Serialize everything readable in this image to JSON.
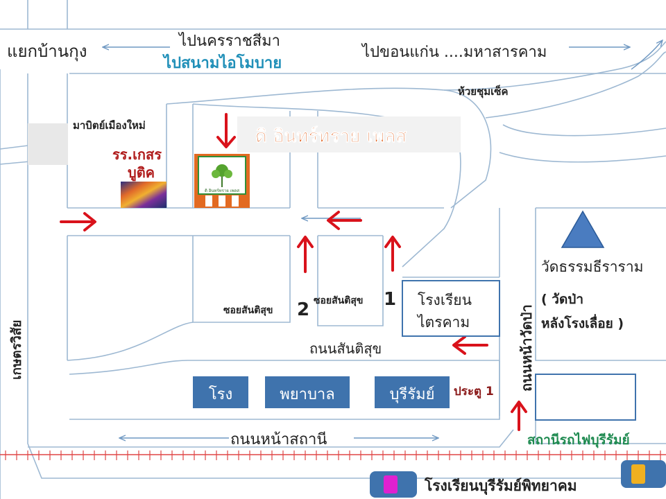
{
  "colors": {
    "road": "#9db8d2",
    "road_arrow": "#6f98c2",
    "red": "#d9121b",
    "title_text": "#e1621f",
    "blue_label": "#1a62a8",
    "teal_label": "#1f8fb8",
    "hospital_box": "#3f73ad",
    "rail": "#e04545",
    "triangle": "#4a7cc0",
    "dark_red_text": "#8b1a1a",
    "green_text": "#1e8a50"
  },
  "labels": {
    "junction_ban_kung": "แยกบ้านกุง",
    "to_nakhon_ratchasima": "ไปนครราชสีมา",
    "to_airport": "ไปสนามไอโมบาย",
    "to_khon_kaen": "ไปขอนแก่น ....มหาสารคาม",
    "huai_chum_chet": "ห้วยชุมเซ็ค",
    "mart_mueang_mai": "มาบิตย์เมืองใหม่",
    "hotel_name": "ดิ อินทร์ทราย เพลส",
    "school_kaset_line1": "รร.เกสร",
    "school_kaset_line2": "บูติค",
    "hotel_sign_caption": "ดิ อินทร์ทราย เพลส",
    "wat_thammatharam": "วัดธรรมธีราราม",
    "wat_pa_line1": "( วัดป่า",
    "wat_pa_line2": "หลังโรงเลื่อย )",
    "school_trai_line1": "โรงเรียน",
    "school_trai_line2": "ไตรคาม",
    "soi_santisuk_2": "ซอยสันติสุข",
    "soi_num_2": "2",
    "soi_santisuk_1": "ซอยสันติสุข",
    "soi_num_1": "1",
    "road_santisuk": "ถนนสันติสุข",
    "road_na_wat_pa": "ถนนหน้าวัดป่า",
    "road_kasetwisai": "เกษตรวิสัย",
    "hospital_1": "โรง",
    "hospital_2": "พยาบาล",
    "hospital_3": "บุรีรัมย์",
    "gate_1": "ประตู 1",
    "road_na_sathani": "ถนนหน้าสถานี",
    "station": "สถานีรถไฟบุรีรัมย์",
    "school_buriram_phitthayakhom": "โรงเรียนบุรีรัมย์พิทยาคม"
  }
}
